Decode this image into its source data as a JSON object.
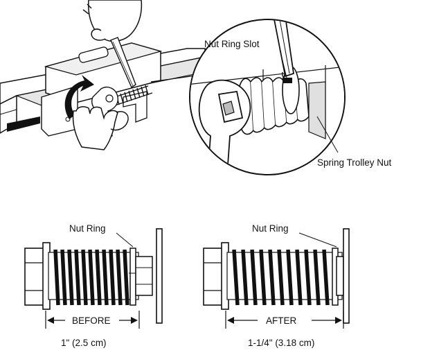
{
  "top_illustration": {
    "label_nut_ring_slot": "Nut Ring Slot",
    "label_spring_trolley_nut": "Spring Trolley Nut"
  },
  "before_diagram": {
    "label_nut_ring": "Nut Ring",
    "measure_label": "BEFORE",
    "measure_value": "1\" (2.5 cm)"
  },
  "after_diagram": {
    "label_nut_ring": "Nut Ring",
    "measure_label": "AFTER",
    "measure_value": "1-1/4\" (3.18 cm)"
  },
  "colors": {
    "ink": "#111111",
    "paper": "#ffffff",
    "shade": "#d9d9d9"
  }
}
